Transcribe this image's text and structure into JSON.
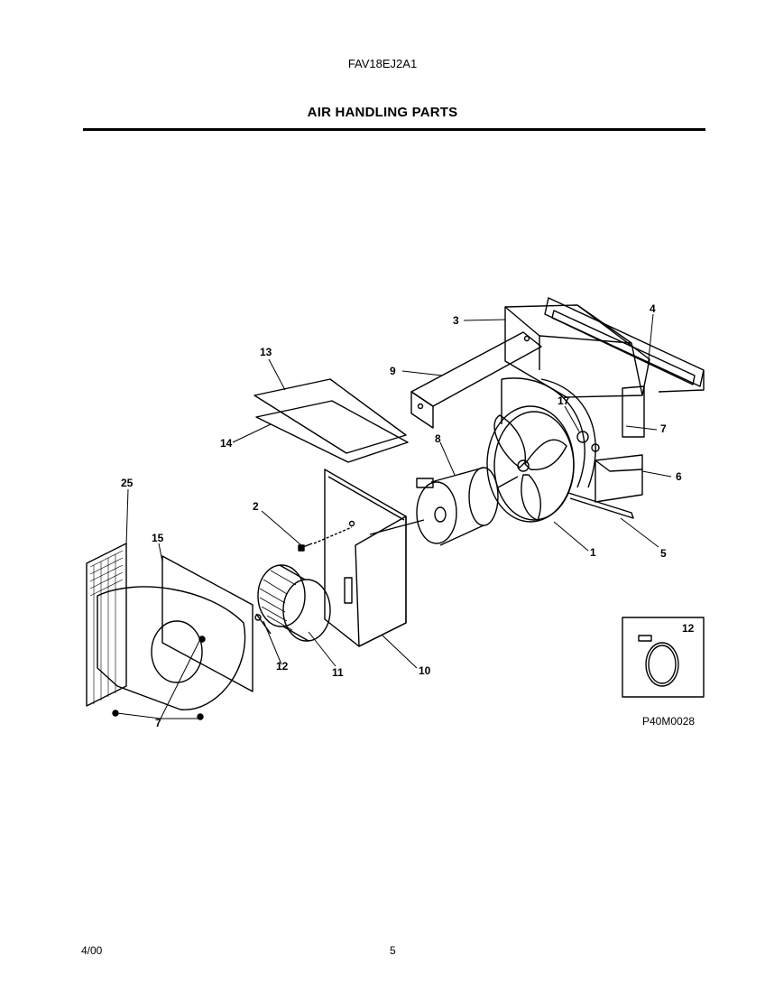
{
  "header": {
    "model": "FAV18EJ2A1",
    "title": "AIR HANDLING PARTS"
  },
  "diagram_code": "P40M0028",
  "footer": {
    "date": "4/00",
    "page": "5"
  },
  "callouts": [
    "3",
    "4",
    "9",
    "13",
    "17",
    "7",
    "8",
    "6",
    "14",
    "25",
    "2",
    "15",
    "1",
    "5",
    "12",
    "12",
    "11",
    "10",
    "7"
  ]
}
